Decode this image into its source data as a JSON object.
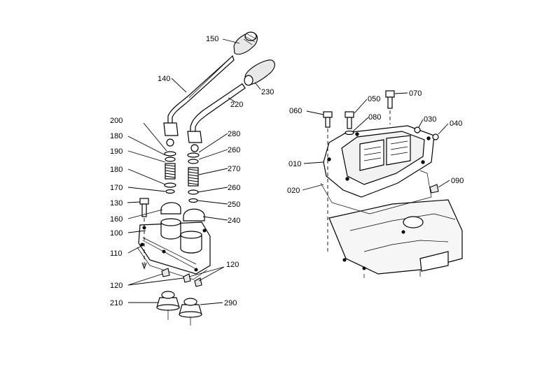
{
  "diagram": {
    "callouts": {
      "p150": "150",
      "p140": "140",
      "p230": "230",
      "p220": "220",
      "p200": "200",
      "p180a": "180",
      "p190": "190",
      "p180b": "180",
      "p170": "170",
      "p130": "130",
      "p160": "160",
      "p100": "100",
      "p110": "110",
      "p120a": "120",
      "p120b": "120",
      "p210": "210",
      "p280": "280",
      "p260a": "260",
      "p270": "270",
      "p260b": "260",
      "p250": "250",
      "p240": "240",
      "p290": "290",
      "p060": "060",
      "p050": "050",
      "p070": "070",
      "p080": "080",
      "p030": "030",
      "p040": "040",
      "p010": "010",
      "p020": "020",
      "p090": "090"
    }
  }
}
